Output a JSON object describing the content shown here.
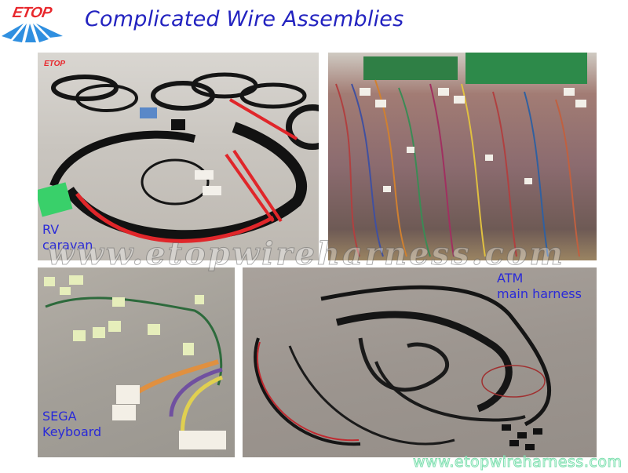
{
  "header": {
    "logo_text": "ETOP",
    "title": "Complicated Wire Assemblies"
  },
  "panels": [
    {
      "id": "rv",
      "caption": "RV\ncaravan",
      "inner_logo": "ETOP"
    },
    {
      "id": "wires",
      "caption": ""
    },
    {
      "id": "sega",
      "caption": "SEGA\nKeyboard"
    },
    {
      "id": "atm",
      "caption": "ATM\nmain harness"
    }
  ],
  "watermark": "www.etopwireharness.com",
  "footer": {
    "url": "www.etopwireharness.com"
  },
  "colors": {
    "title": "#2323c0",
    "caption": "#2a2ad8",
    "logo_red": "#e8282d",
    "logo_blue": "#2f8fe0",
    "url_green": "#7fe0b0"
  }
}
